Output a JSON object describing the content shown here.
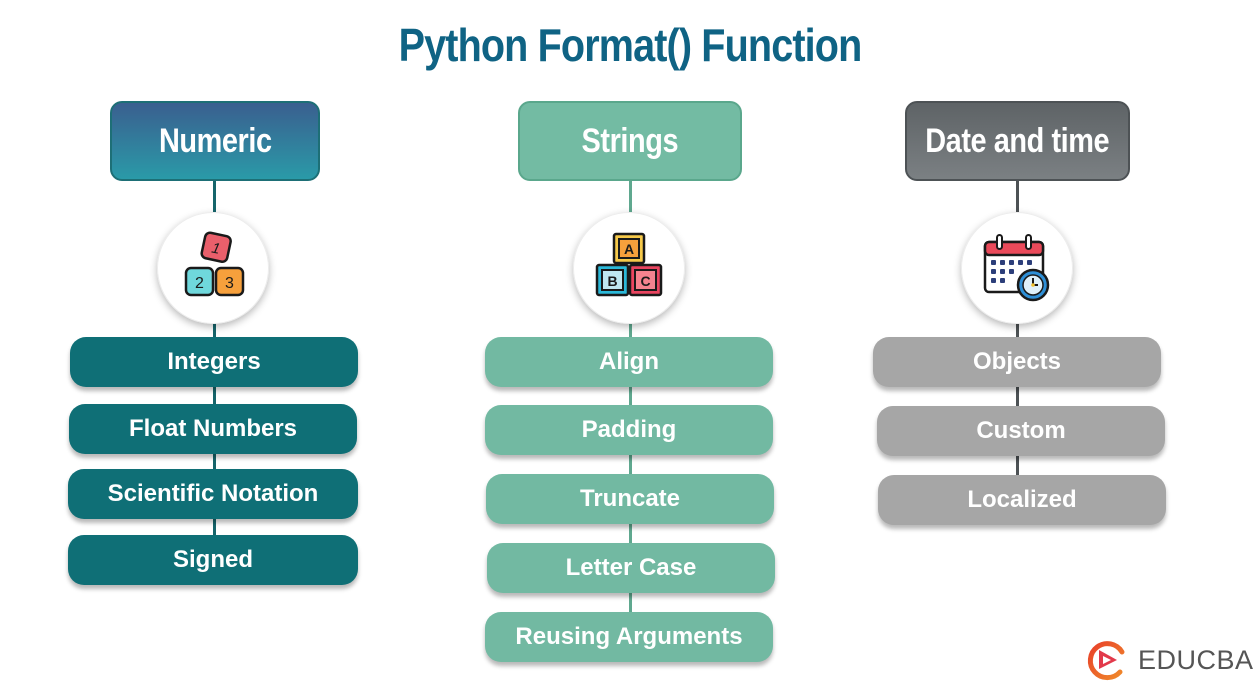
{
  "title": "Python Format() Function",
  "colors": {
    "title": "#0f6384",
    "numeric": "#0f6f76",
    "strings": "#72b9a2",
    "date_time": "#a6a6a6",
    "date_time_header": "#6b7073",
    "logo_accent": "#e8402a"
  },
  "columns": [
    {
      "header": "Numeric",
      "icon": "numbered-blocks-icon",
      "icon_labels": [
        "1",
        "2",
        "3"
      ],
      "items": [
        "Integers",
        "Float Numbers",
        "Scientific Notation",
        "Signed"
      ]
    },
    {
      "header": "Strings",
      "icon": "abc-blocks-icon",
      "icon_labels": [
        "A",
        "B",
        "C"
      ],
      "items": [
        "Align",
        "Padding",
        "Truncate",
        "Letter Case",
        "Reusing Arguments"
      ]
    },
    {
      "header": "Date and time",
      "icon": "calendar-clock-icon",
      "items": [
        "Objects",
        "Custom",
        "Localized"
      ]
    }
  ],
  "logo": {
    "text": "EDUCBA",
    "icon": "educba-play-logo-icon"
  }
}
